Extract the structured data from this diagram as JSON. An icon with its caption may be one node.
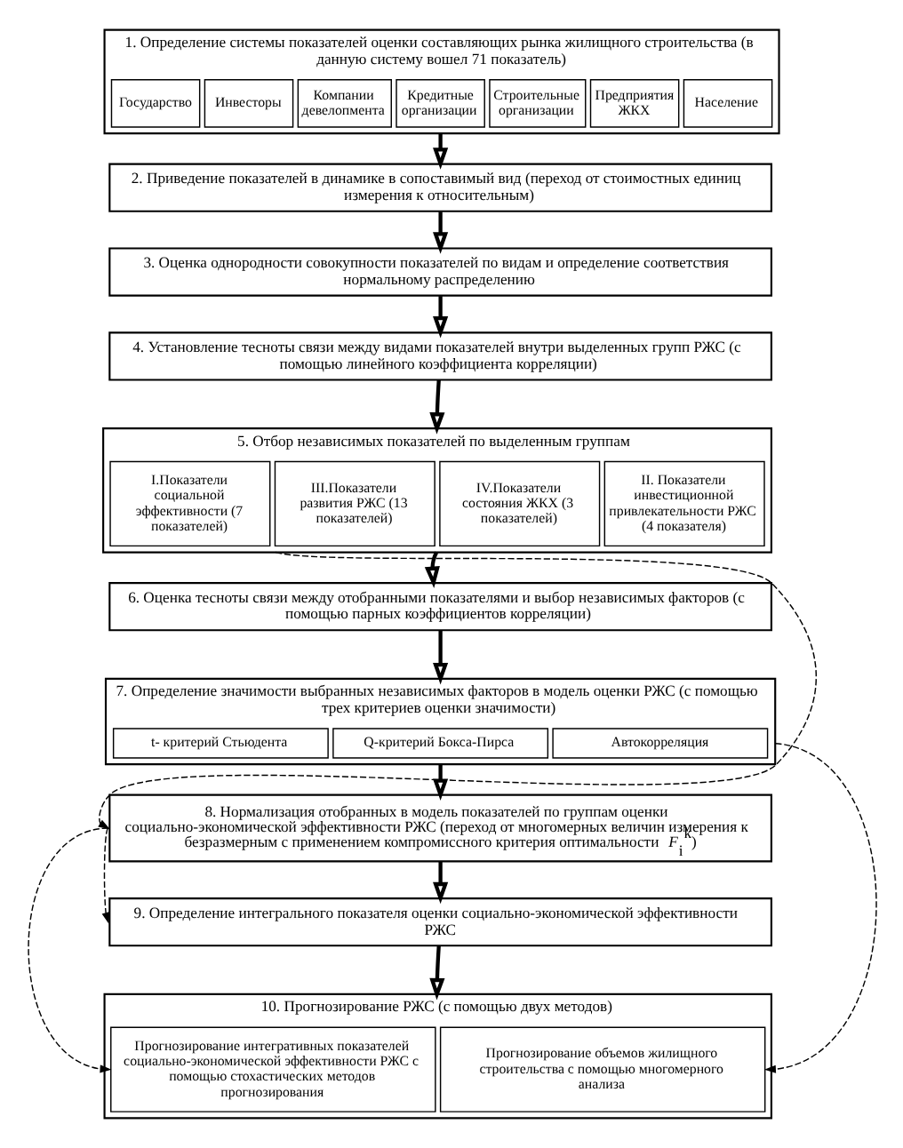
{
  "diagram": {
    "nodes": [
      {
        "text": [
          "1. Определение системы показателей оценки составляющих рынка жилищного строительства (в данную систему вошел 71 показатель)"
        ]
      },
      {
        "text": [
          "Государство"
        ],
        "in": 0
      },
      {
        "text": [
          "Инвесторы"
        ],
        "in": 0
      },
      {
        "text": [
          "Компании девелопмента"
        ],
        "in": 0
      },
      {
        "text": [
          "Кредитные организации"
        ],
        "in": 0
      },
      {
        "text": [
          "Строительные организации"
        ],
        "in": 0
      },
      {
        "text": [
          "Предприятия ЖКХ"
        ],
        "in": 0
      },
      {
        "text": [
          "Население"
        ],
        "in": 0
      },
      {
        "text": [
          "2. Приведение показателей в динамике в сопоставимый вид (переход от стоимостных единиц измерения к относительным)"
        ]
      },
      {
        "text": [
          "3. Оценка однородности совокупности показателей по видам и определение соответствия нормальному распределению"
        ]
      },
      {
        "text": [
          "4. Установление тесноты связи между видами показателей внутри выделенных групп РЖС (с помощью линейного коэффициента корреляции)"
        ]
      },
      {
        "text": [
          "5. Отбор независимых показателей по выделенным группам"
        ]
      },
      {
        "text": [
          "I.Показатели социальной эффективности (7 показателей)"
        ],
        "in": 11
      },
      {
        "text": [
          "III.Показатели развития РЖС (13 показателей)"
        ],
        "in": 11
      },
      {
        "text": [
          "IV.Показатели состояния ЖКХ (3 показателей)"
        ],
        "in": 11
      },
      {
        "text": [
          "II. Показатели инвестиционной привлекательности РЖС (4 показателя)"
        ],
        "in": 11
      },
      {
        "text": [
          "6. Оценка тесноты связи между отобранными показателями и выбор независимых факторов (с помощью парных коэффициентов корреляции)"
        ]
      },
      {
        "text": [
          "7. Определение значимости выбранных независимых факторов в модель оценки РЖС (с помощью трех критериев оценки значимости)"
        ]
      },
      {
        "text": [
          "t- критерий Стьюдента"
        ],
        "in": 17
      },
      {
        "text": [
          "Q-критерий Бокса-Пирса"
        ],
        "in": 17
      },
      {
        "text": [
          "Автокорреляция"
        ],
        "in": 17
      },
      {
        "text": [
          "8. Нормализация отобранных в модель показателей по группам оценки социально-экономической эффективности РЖС (переход от многомерных величин измерения к безразмерным с применением компромиссного критерия оптимальности *F*$_{i}$$^{k}$)"
        ]
      },
      {
        "text": [
          "9. Определение интегрального показателя оценки социально-экономической эффективности РЖС"
        ]
      },
      {
        "text": [
          "10. Прогнозирование РЖС (с помощью двух методов)"
        ]
      },
      {
        "text": [
          "Прогнозирование интегративных показателей социально-экономической эффективности РЖС с помощью стохастических методов прогнозирования"
        ],
        "in": 23
      },
      {
        "text": [
          "Прогнозирование объемов жилищного строительства с помощью многомерного анализа"
        ],
        "in": 23
      }
    ],
    "edges": [
      {
        "from": 0,
        "to": 8,
        "arrow": "to"
      },
      {
        "from": 8,
        "to": 9,
        "arrow": "to"
      },
      {
        "from": 9,
        "to": 10,
        "arrow": "to"
      },
      {
        "from": 10,
        "to": 11,
        "arrow": "to"
      },
      {
        "from": 11,
        "to": 16,
        "arrow": "to"
      },
      {
        "from": 16,
        "to": 17,
        "arrow": "to"
      },
      {
        "from": 17,
        "to": 21,
        "arrow": "to"
      },
      {
        "from": 21,
        "to": 22,
        "arrow": "to"
      },
      {
        "from": 22,
        "to": 23,
        "arrow": "to"
      },
      {
        "from": 11,
        "to": 21,
        "arrow": "to",
        "style": "dashed"
      },
      {
        "from": 21,
        "to": 22,
        "arrow": "to",
        "style": "dashed"
      },
      {
        "from": 21,
        "to": 24,
        "arrow": "to",
        "style": "dashed"
      },
      {
        "from": 17,
        "to": 25,
        "arrow": "to",
        "style": "dashed"
      }
    ]
  }
}
